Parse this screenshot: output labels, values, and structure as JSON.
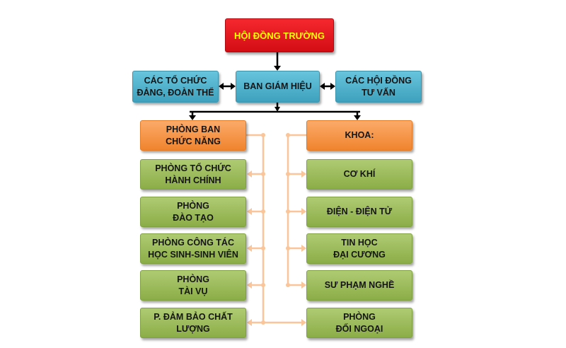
{
  "board": {
    "label": "HỘI ĐỒNG TRƯỜNG"
  },
  "leadership_row": {
    "party_organizations": "CÁC TỔ CHỨC\nĐẢNG, ĐOÀN THỂ",
    "rectorate": "BAN GIÁM HIỆU",
    "advisory_councils": "CÁC HỘI ĐỒNG\nTƯ VẤN"
  },
  "departments": {
    "header": "PHÒNG BAN\nCHỨC NĂNG",
    "items": [
      "PHÒNG TỔ CHỨC\nHÀNH CHÍNH",
      "PHÒNG\nĐÀO TẠO",
      "PHÒNG CÔNG TÁC\nHỌC SINH-SINH VIÊN",
      "PHÒNG\nTÀI VỤ",
      "P. ĐẢM BẢO CHẤT\nLƯỢNG"
    ]
  },
  "faculties": {
    "header": "KHOA:",
    "items": [
      "CƠ KHÍ",
      "ĐIỆN - ĐIỆN TỬ",
      "TIN HỌC\nĐẠI CƯƠNG",
      "SƯ PHẠM NGHỀ",
      "PHÒNG\nĐỐI NGOẠI"
    ]
  },
  "colors": {
    "board_fill_top": "#f5282e",
    "board_fill_bottom": "#d30c14",
    "board_text": "#ffff00",
    "blue_top": "#68c4dd",
    "blue_bottom": "#3ea1bd",
    "orange_top": "#fbaa69",
    "orange_bottom": "#f0842e",
    "green_top": "#afcb73",
    "green_bottom": "#8bad47",
    "connector": "#fbc59a",
    "arrow": "#000000"
  }
}
